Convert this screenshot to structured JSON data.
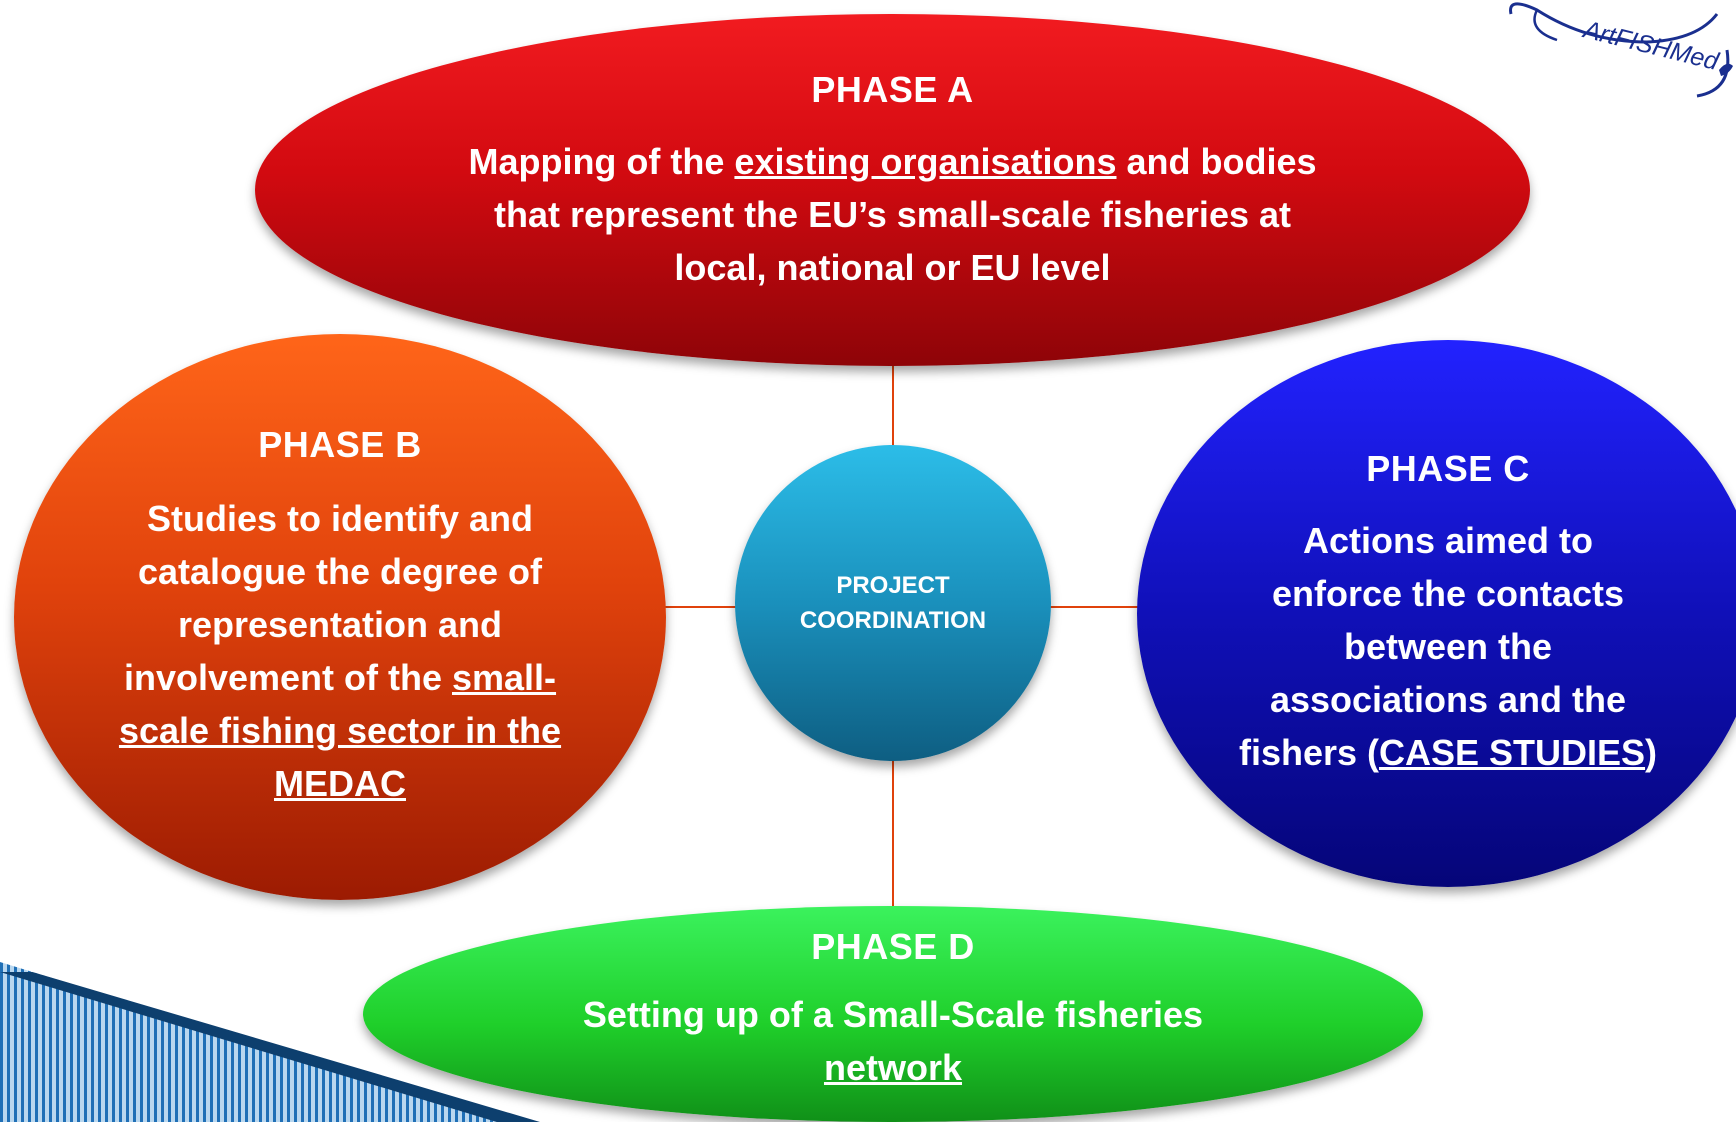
{
  "logo": {
    "text": "ArtFISHMed"
  },
  "center": {
    "line1": "PROJECT",
    "line2": "COORDINATION"
  },
  "phase_a": {
    "title": "PHASE A",
    "pre": "Mapping of the ",
    "underlined": "existing organisations",
    "post": " and bodies that represent the EU’s small-scale fisheries at local, national or EU level"
  },
  "phase_b": {
    "title": "PHASE B",
    "pre": "Studies to identify and catalogue the degree of representation and involvement of the ",
    "underlined": "small-scale fishing sector in the MEDAC",
    "post": ""
  },
  "phase_c": {
    "title": "PHASE C",
    "pre": "Actions aimed to enforce the contacts between the associations and the fishers (",
    "underlined": "CASE STUDIES",
    "post": ")"
  },
  "phase_d": {
    "title": "PHASE D",
    "pre": "Setting up of a Small-Scale fisheries ",
    "underlined": "network",
    "post": ""
  },
  "colors": {
    "phase_a": "#d20a10",
    "phase_b": "#e0420c",
    "phase_c": "#1010b8",
    "phase_d": "#1fcf2a",
    "center": "#1a90bc",
    "connector": "#e0420c"
  }
}
